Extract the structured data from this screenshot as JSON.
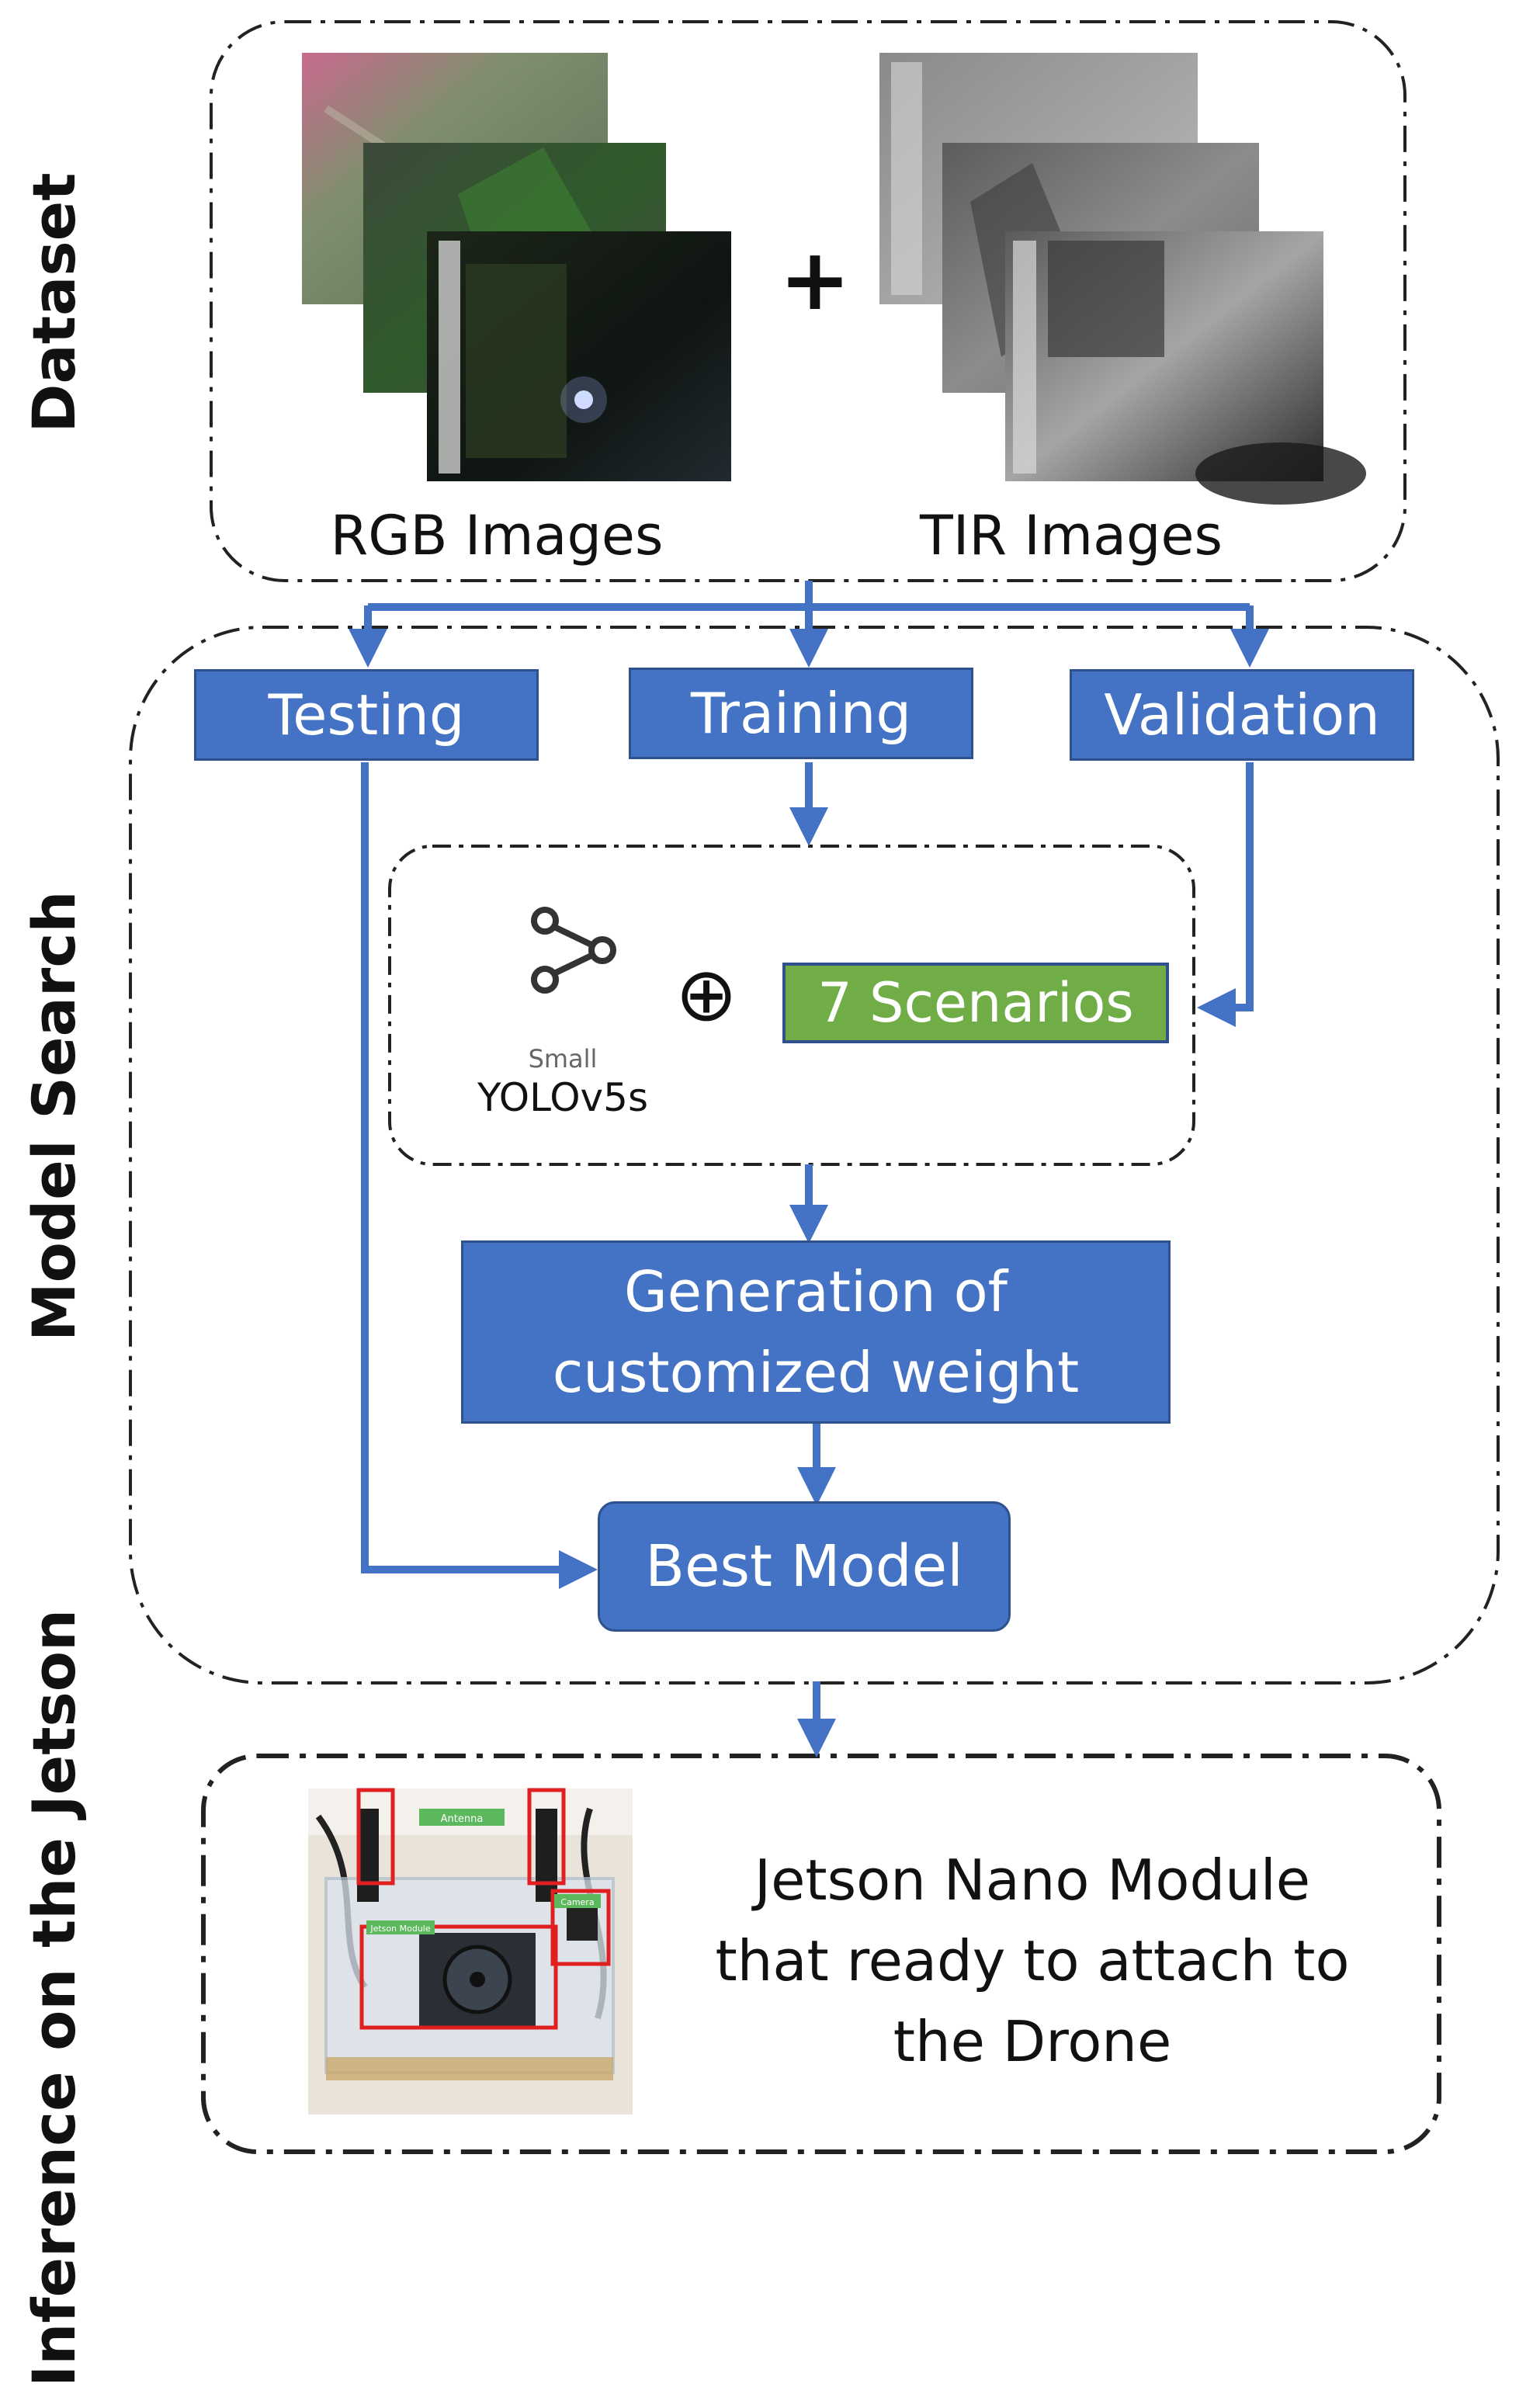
{
  "sections": {
    "dataset": "Dataset",
    "model_search": "Model Search",
    "inference": "Inference on the Jetson"
  },
  "dataset": {
    "rgb_label": "RGB Images",
    "tir_label": "TIR Images",
    "plus": "+"
  },
  "splits": {
    "testing": "Testing",
    "training": "Training",
    "validation": "Validation"
  },
  "model": {
    "size_label": "Small",
    "name": "YOLOv5s",
    "operator": "⊕",
    "scenarios": "7 Scenarios"
  },
  "steps": {
    "generation_line1": "Generation of",
    "generation_line2": "customized weight",
    "best_model": "Best Model"
  },
  "jetson": {
    "line1": "Jetson Nano Module",
    "line2": "that ready to attach to",
    "line3": "the Drone",
    "tag_antenna": "Antenna",
    "tag_module": "Jetson Module",
    "tag_camera": "Camera"
  },
  "colors": {
    "box_blue": "#4472c4",
    "box_green": "#70ad47",
    "arrow_blue": "#4472c4"
  }
}
